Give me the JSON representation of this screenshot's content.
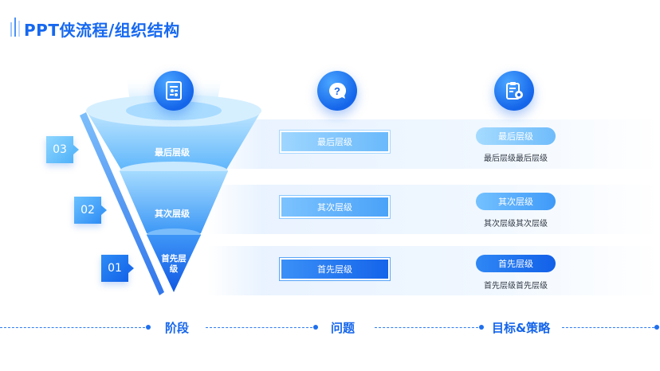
{
  "page": {
    "title": "PPT侠流程/组织结构"
  },
  "funnel": {
    "levels": [
      {
        "label": "最后层级"
      },
      {
        "label": "其次层级"
      },
      {
        "label": "首先层级"
      }
    ]
  },
  "stages": [
    {
      "number": "03"
    },
    {
      "number": "02"
    },
    {
      "number": "01"
    }
  ],
  "icons": [
    {
      "name": "document-settings-icon"
    },
    {
      "name": "question-chat-icon"
    },
    {
      "name": "clipboard-target-icon"
    }
  ],
  "questions": [
    {
      "label": "最后层级"
    },
    {
      "label": "其次层级"
    },
    {
      "label": "首先层级"
    }
  ],
  "goals": [
    {
      "label": "最后层级",
      "text": "最后层级最后层级"
    },
    {
      "label": "其次层级",
      "text": "其次层级其次层级"
    },
    {
      "label": "首先层级",
      "text": "首先层级首先层级"
    }
  ],
  "axis": {
    "labels": [
      "阶段",
      "问题",
      "目标&策略"
    ]
  },
  "colors": {
    "primary": "#1565ea",
    "light": "#8fd0ff",
    "band": "#e8f2ff"
  }
}
